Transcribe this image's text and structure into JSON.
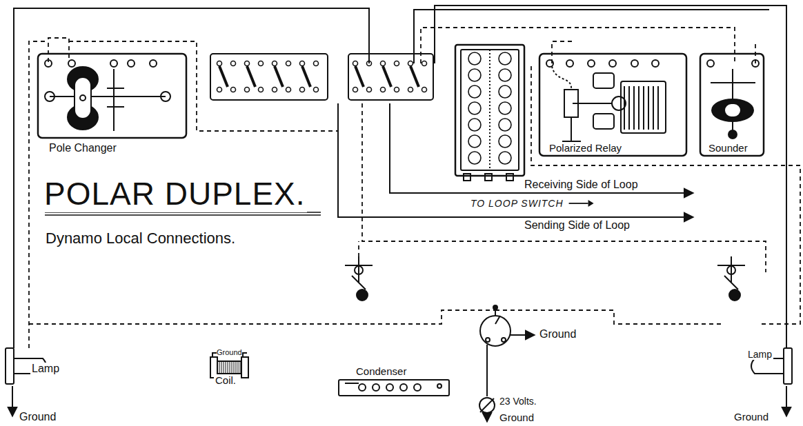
{
  "diagram": {
    "title": "POLAR DUPLEX.",
    "caption": "Dynamo Local Connections.",
    "nodes": [
      {
        "text": [
          "Pole Changer"
        ]
      },
      {
        "text": [
          "Polarized Relay"
        ]
      },
      {
        "text": [
          "Sounder"
        ]
      },
      {
        "text": [
          "Lamp"
        ]
      },
      {
        "text": [
          "Lamp"
        ]
      },
      {
        "text": [
          "Ground",
          "Coil."
        ]
      },
      {
        "text": [
          "Condenser"
        ]
      }
    ],
    "edges": [],
    "labels": [
      "Receiving Side of Loop",
      "TO LOOP SWITCH",
      "Sending Side of Loop",
      "Ground",
      "Ground",
      "Ground",
      "Ground",
      "23 Volts."
    ]
  }
}
